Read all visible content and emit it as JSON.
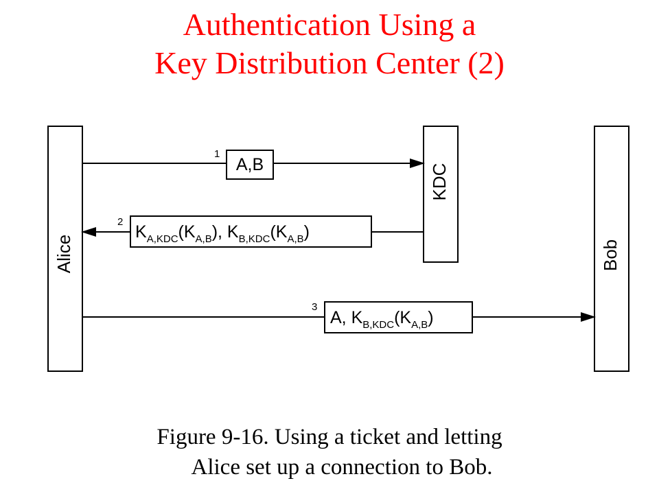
{
  "title": {
    "line1": "Authentication Using a",
    "line2": "Key Distribution Center (2)"
  },
  "colors": {
    "title": "#ff0000",
    "line": "#000000"
  },
  "diagram": {
    "lanes": {
      "alice": "Alice",
      "kdc": "KDC",
      "bob": "Bob"
    },
    "messages": [
      {
        "number": "1",
        "from": "Alice",
        "to": "KDC",
        "parts": {
          "p1": "A,B"
        }
      },
      {
        "number": "2",
        "from": "KDC",
        "to": "Alice",
        "parts": {
          "k1": "K",
          "k1sub": "A,KDC",
          "paren1": "(K",
          "s1": "A,B",
          "close1": "), K",
          "k2sub": "B,KDC",
          "paren2": "(K",
          "s2": "A,B",
          "close2": ")"
        }
      },
      {
        "number": "3",
        "from": "Alice",
        "to": "Bob",
        "parts": {
          "pre": "A, K",
          "ksub": "B,KDC",
          "paren": "(K",
          "s": "A,B",
          "close": ")"
        }
      }
    ]
  },
  "caption": {
    "line1": "Figure 9-16. Using a ticket and letting",
    "line2": "Alice set up a connection to Bob."
  }
}
